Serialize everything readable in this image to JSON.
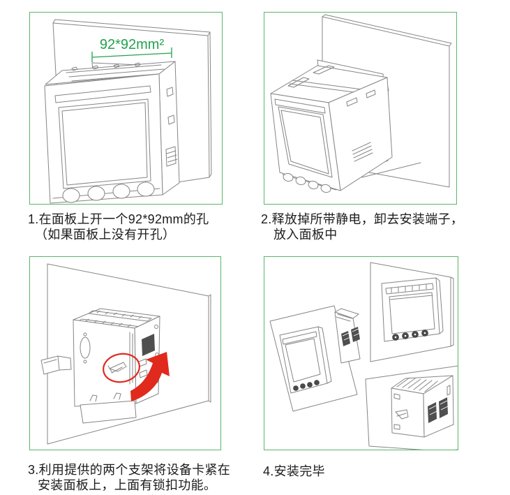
{
  "colors": {
    "background": "#ffffff",
    "panel_border": "#5db46a",
    "dimension_green": "#21a24e",
    "line_art": "#858585",
    "line_art_dark": "#4f4f4f",
    "red_accent": "#e02a1d",
    "caption_text": "#1c1c1c"
  },
  "steps": [
    {
      "number": "1",
      "caption_line1": "1.在面板上开一个92*92mm的孔",
      "caption_line2": "（如果面板上没有开孔）",
      "dimension_label": "92*92mm²",
      "illustration": "meter-front-view-with-panel-cutout"
    },
    {
      "number": "2",
      "caption_line1": "2.释放掉所带静电，卸去安装端子，",
      "caption_line2": "放入面板中",
      "illustration": "meter-being-inserted-into-panel"
    },
    {
      "number": "3",
      "caption_line1": "3.利用提供的两个支架将设备卡紧在",
      "caption_line2": "安装面板上，上面有锁扣功能。",
      "illustration": "rear-view-bracket-locking-red-arrow"
    },
    {
      "number": "4",
      "caption_line1": "4.安装完毕",
      "caption_line2": "",
      "illustration": "installed-meter-three-views"
    }
  ]
}
